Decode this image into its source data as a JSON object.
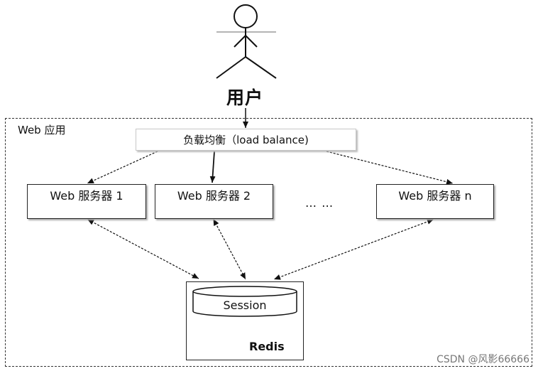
{
  "user": {
    "label": "用户"
  },
  "web_app": {
    "label": "Web 应用"
  },
  "load_balancer": {
    "label": "负载均衡（load balance)"
  },
  "servers": [
    {
      "label": "Web 服务器 1"
    },
    {
      "label": "Web 服务器 2"
    },
    {
      "label": "Web 服务器 n"
    }
  ],
  "ellipsis": "… …",
  "session": {
    "label": "Session"
  },
  "redis": {
    "label": "Redis"
  },
  "watermark": "CSDN @风影66666",
  "colors": {
    "line": "#111111",
    "dashed_border": "#333333",
    "lb_border": "#c8c8c8",
    "watermark": "#777777"
  }
}
